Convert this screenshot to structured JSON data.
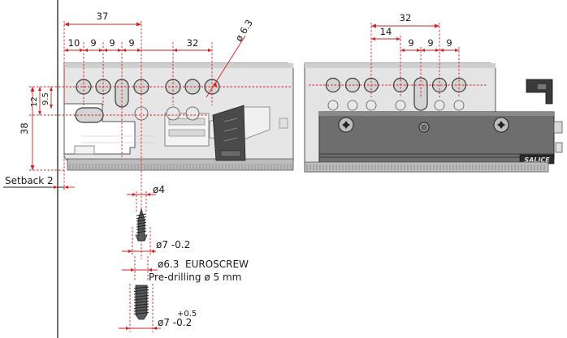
{
  "left_view": {
    "dim_top_37": "37",
    "dim_10": "10",
    "dim_9a": "9",
    "dim_9b": "9",
    "dim_9c": "9",
    "dim_32": "32",
    "dim_dia_6_3": "ø 6.3",
    "dim_38": "38",
    "dim_12": "12",
    "dim_9_5": "9.5",
    "setback_label": "Setback 2"
  },
  "right_view": {
    "dim_32": "32",
    "dim_14": "14",
    "dim_9a": "9",
    "dim_9b": "9",
    "dim_9c": "9",
    "brand": "SALICE"
  },
  "screw": {
    "dia_4": "ø4",
    "dia_7_top": "ø7 -0.2",
    "dia_6_3": "ø6.3",
    "euroscrew": "EUROSCREW",
    "predrill": "Pre-drilling ø 5 mm",
    "tol_plus": "+0.5",
    "dia_7_bottom": "ø7 -0.2"
  }
}
